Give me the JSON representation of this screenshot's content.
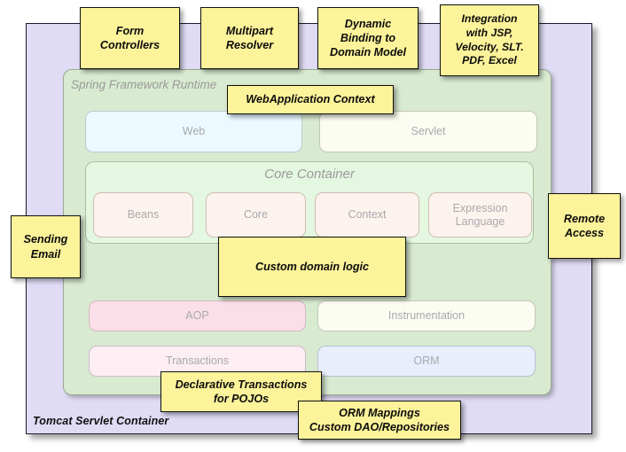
{
  "diagram": {
    "title": "Spring Framework Runtime architecture overlay",
    "outer_container": {
      "label": "Tomcat Servlet Container",
      "color": "#e0dcf5"
    },
    "runtime_container": {
      "label": "Spring Framework Runtime",
      "color": "#d8ead0"
    },
    "core_container": {
      "label": "Core Container",
      "color": "#e4f7e0"
    },
    "modules": {
      "web": "Web",
      "servlet": "Servlet",
      "beans": "Beans",
      "core": "Core",
      "context": "Context",
      "expression_language": "Expression\nLanguage",
      "aop": "AOP",
      "instrumentation": "Instrumentation",
      "transactions": "Transactions",
      "orm": "ORM"
    },
    "notes": {
      "form_controllers": "Form\nControllers",
      "multipart_resolver": "Multipart\nResolver",
      "dynamic_binding": "Dynamic\nBinding to\nDomain Model",
      "integration": "Integration\nwith JSP,\nVelocity, SLT.\nPDF, Excel",
      "webapplication_context": "WebApplication Context",
      "sending_email": "Sending\nEmail",
      "remote_access": "Remote\nAccess",
      "custom_domain_logic": "Custom domain logic",
      "declarative_transactions": "Declarative Transactions\nfor POJOs",
      "orm_mappings": "ORM Mappings\nCustom DAO/Repositories"
    },
    "colors": {
      "note_fill": "#fcf39a",
      "note_border": "#111111",
      "outer_fill": "#e0dcf5",
      "runtime_fill": "#d8ead0",
      "core_fill": "#e4f7e0",
      "module_text": "#a9a9ad",
      "web_fill": "#eafaff",
      "servlet_fill": "#fbfdf3",
      "beans_fill": "#fdf3ee",
      "aop_fill": "#fbdfe8",
      "transactions_fill": "#fdeef4",
      "orm_fill": "#e8eefb"
    }
  }
}
